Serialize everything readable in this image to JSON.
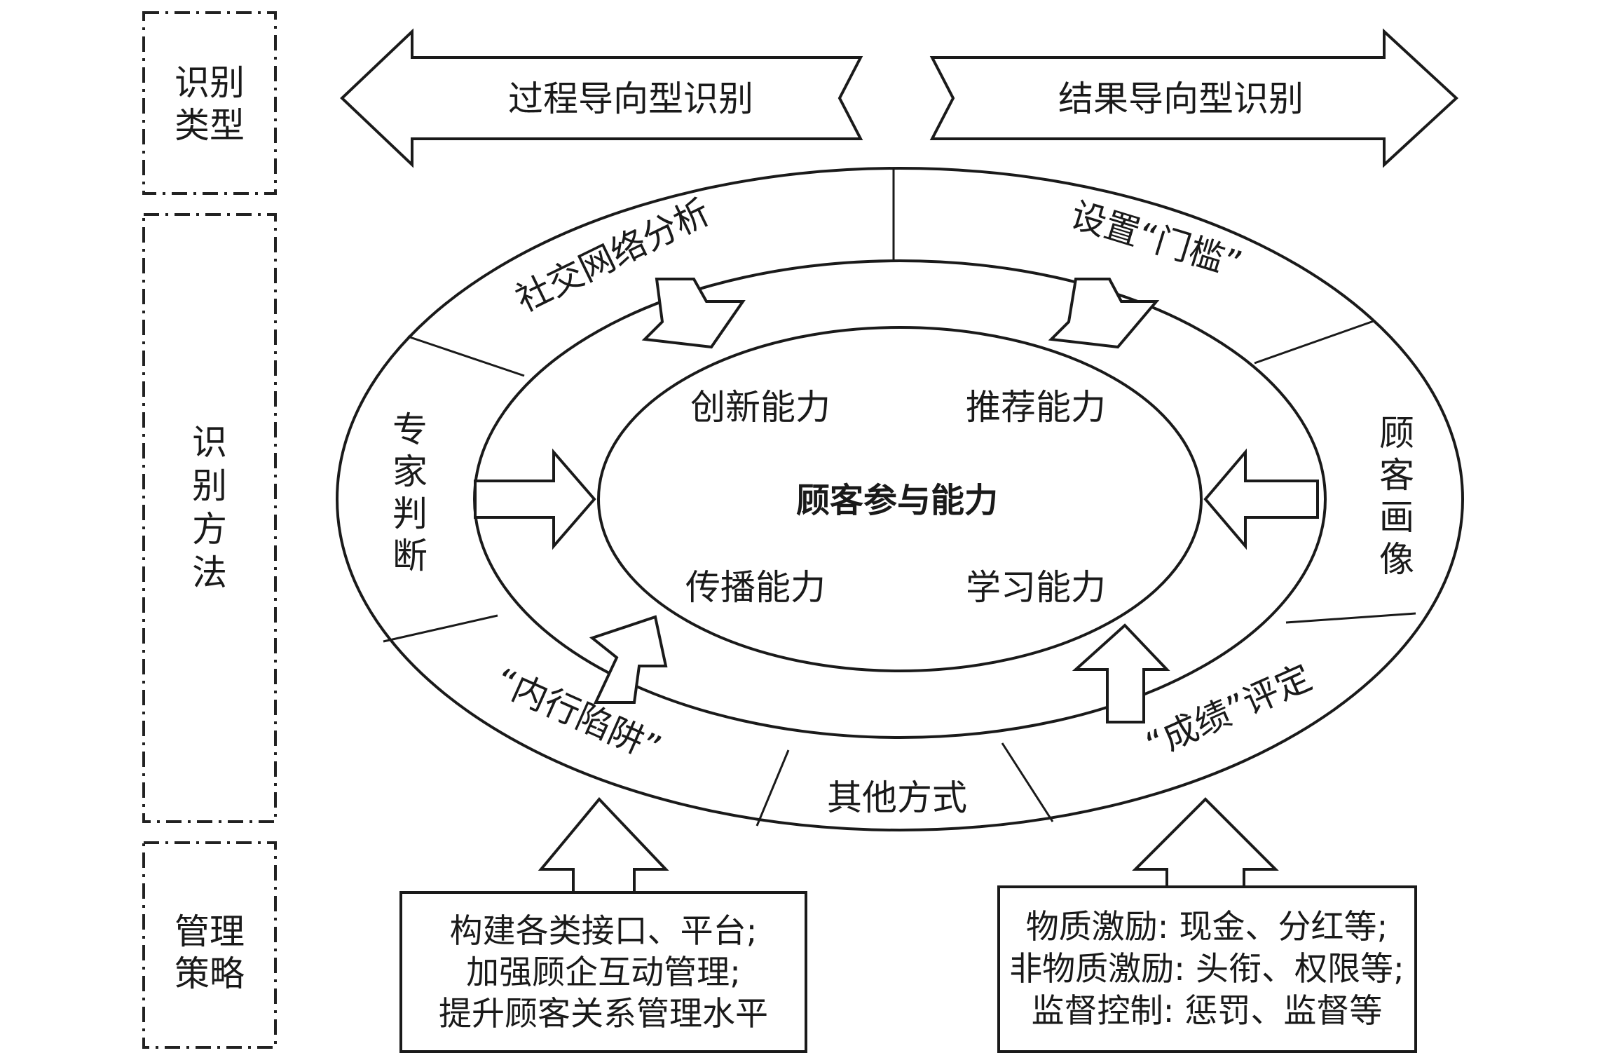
{
  "sidebar": {
    "type_label": [
      "识别",
      "类型"
    ],
    "method_label": [
      "识",
      "别",
      "方",
      "法"
    ],
    "strategy_label": [
      "管理",
      "策略"
    ]
  },
  "types": {
    "process": "过程导向型识别",
    "result": "结果导向型识别"
  },
  "methods": {
    "social_network": "社交网络分析",
    "threshold": "设置“门槛”",
    "expert": [
      "专",
      "家",
      "判",
      "断"
    ],
    "portrait": [
      "顾",
      "客",
      "画",
      "像"
    ],
    "insider": "“内行陷阱”",
    "other": "其他方式",
    "performance": "“成绩”评定"
  },
  "abilities": {
    "center": "顾客参与能力",
    "innovation": "创新能力",
    "recommend": "推荐能力",
    "spread": "传播能力",
    "learning": "学习能力"
  },
  "strategies": {
    "left": [
      "构建各类接口、平台;",
      "加强顾企互动管理;",
      "提升顾客关系管理水平"
    ],
    "right": [
      "物质激励: 现金、分红等;",
      "非物质激励: 头衔、权限等;",
      "监督控制: 惩罚、监督等"
    ]
  },
  "colors": {
    "stroke": "#1a1a1a",
    "fill": "#ffffff"
  }
}
